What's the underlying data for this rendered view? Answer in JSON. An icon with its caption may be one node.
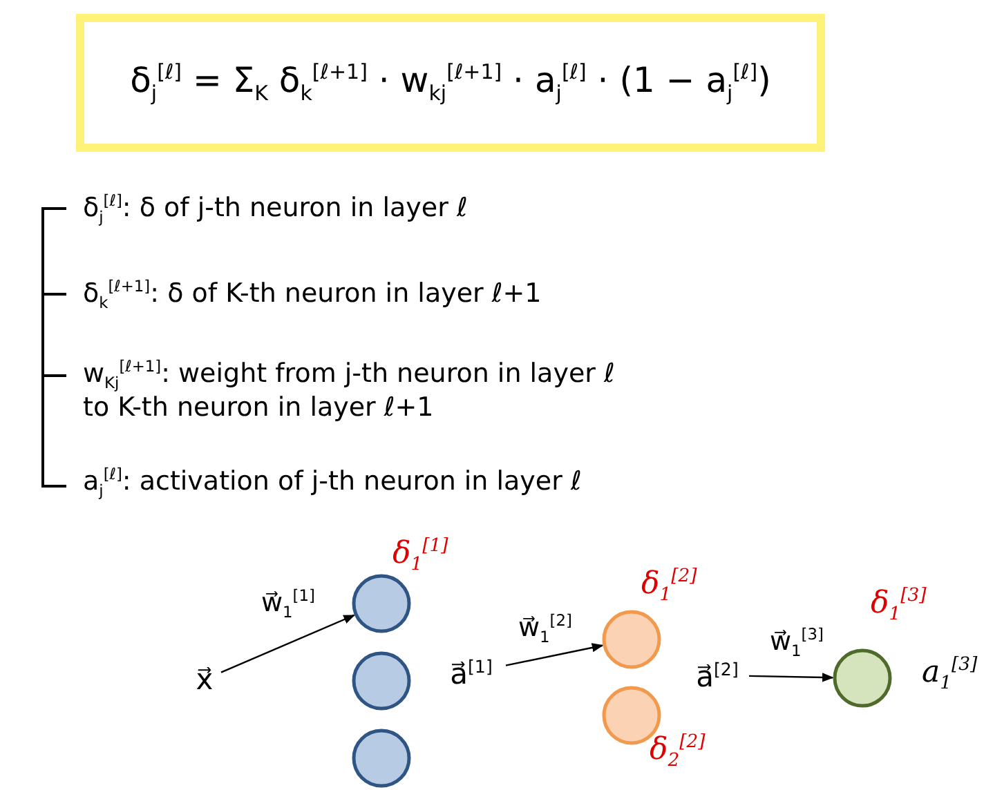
{
  "diagram": {
    "nodes": [
      {
        "text": [
          "δ$_{j}$$^{[ℓ]}$ = Σ$_{K}$ δ$_{k}$$^{[ℓ+1]}$ · w$_{kj}$$^{[ℓ+1]}$ · a$_{j}$$^{[ℓ]}$ · (1 − a$_{j}$$^{[ℓ]}$)"
        ]
      },
      {
        "text": [
          "x⃗"
        ]
      },
      {
        "text": [],
        "shape": "circle",
        "beside": [
          "δ$_{1}$$^{[1]}$"
        ]
      },
      {
        "text": [],
        "shape": "circle"
      },
      {
        "text": [],
        "shape": "circle"
      },
      {
        "text": [
          "a⃗$^{[1]}$"
        ]
      },
      {
        "text": [],
        "shape": "circle",
        "beside": [
          "δ$_{1}$$^{[2]}$"
        ]
      },
      {
        "text": [],
        "shape": "circle",
        "beside": [
          "δ$_{2}$$^{[2]}$"
        ]
      },
      {
        "text": [
          "a⃗$^{[2]}$"
        ]
      },
      {
        "text": [],
        "shape": "circle",
        "beside": [
          "δ$_{1}$$^{[3]}$",
          "a$_{1}$$^{[3]}$"
        ]
      }
    ],
    "edges": [
      {
        "from": 1,
        "to": 2,
        "arrow": "to",
        "label": "w⃗$_{1}$$^{[1]}$"
      },
      {
        "from": 5,
        "to": 6,
        "arrow": "to",
        "label": "w⃗$_{1}$$^{[2]}$"
      },
      {
        "from": 8,
        "to": 9,
        "arrow": "to",
        "label": "w⃗$_{1}$$^{[3]}$"
      }
    ],
    "labels": [
      "δ$_{j}$$^{[ℓ]}$: δ of j-th neuron in layer ℓ",
      "δ$_{k}$$^{[ℓ+1]}$: δ of K-th neuron in layer ℓ+1",
      "w$_{Kj}$$^{[ℓ+1]}$: weight from j-th neuron in layer ℓ to K-th neuron in layer ℓ+1",
      "a$_{j}$$^{[ℓ]}$: activation of j-th neuron in layer ℓ"
    ]
  }
}
